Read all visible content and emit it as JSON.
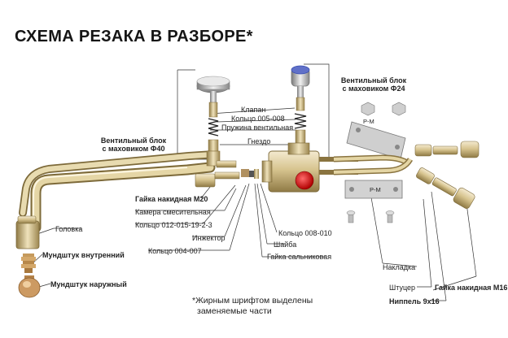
{
  "title": "СХЕМА РЕЗАКА В РАЗБОРЕ*",
  "labels": {
    "valve_block_f24_line1": "Вентильный блок",
    "valve_block_f24_line2": "с маховиком Ф24",
    "valve_block_f40_line1": "Вентильный блок",
    "valve_block_f40_line2": "с маховиком Ф40",
    "klapan": "Клапан",
    "ring_005_008": "Кольцо 005-008",
    "valve_spring": "Пружина вентильная",
    "gnezdo": "Гнездо",
    "union_nut_m20": "Гайка накидная М20",
    "mixing_chamber": "Камера смесительная",
    "ring_012": "Кольцо 012-015-19-2-3",
    "injector": "Инжектор",
    "ring_004_007": "Кольцо 004-007",
    "ring_008_010": "Кольцо 008-010",
    "washer": "Шайба",
    "gland_nut": "Гайка сальниковая",
    "head": "Головка",
    "inner_nozzle": "Мундштук внутренний",
    "outer_nozzle": "Мундштук наружный",
    "plate": "Накладка",
    "fitting": "Штуцер",
    "union_nut_m16": "Гайка накидная М16",
    "nipple": "Ниппель 9х16",
    "plate_mark": "Р-М"
  },
  "note": {
    "line1": "*Жирным шрифтом выделены",
    "line2": "заменяемые части"
  },
  "colors": {
    "brass_light": "#e6d7a8",
    "brass_mid": "#c9b27a",
    "brass_dark": "#8f7a45",
    "steel": "#c8c8c8",
    "red_cap": "#e01010",
    "knob_blue": "#3a4fb0",
    "line": "#2a2a2a"
  }
}
